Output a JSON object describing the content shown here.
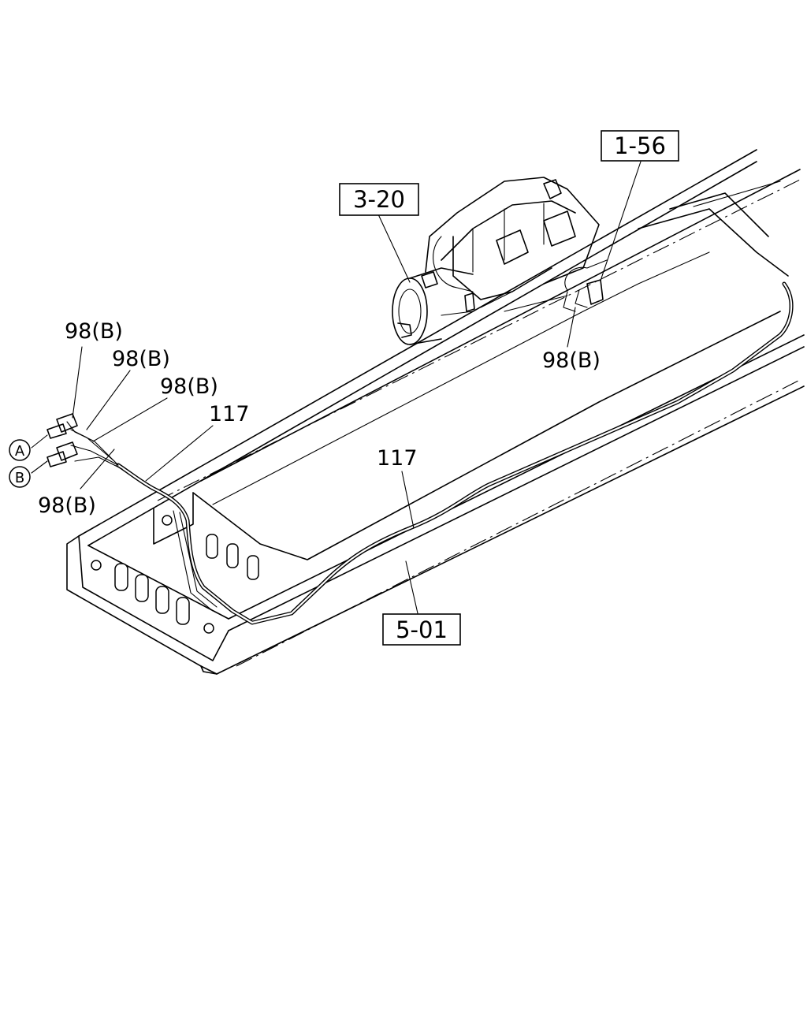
{
  "callouts": {
    "ref_1_56": "1-56",
    "ref_3_20": "3-20",
    "ref_5_01": "5-01",
    "part_98b_1": "98(B)",
    "part_98b_2": "98(B)",
    "part_98b_3": "98(B)",
    "part_98b_4": "98(B)",
    "part_98b_right": "98(B)",
    "part_117_upper": "117",
    "part_117_lower": "117"
  },
  "connectors": {
    "a": "A",
    "b": "B"
  }
}
